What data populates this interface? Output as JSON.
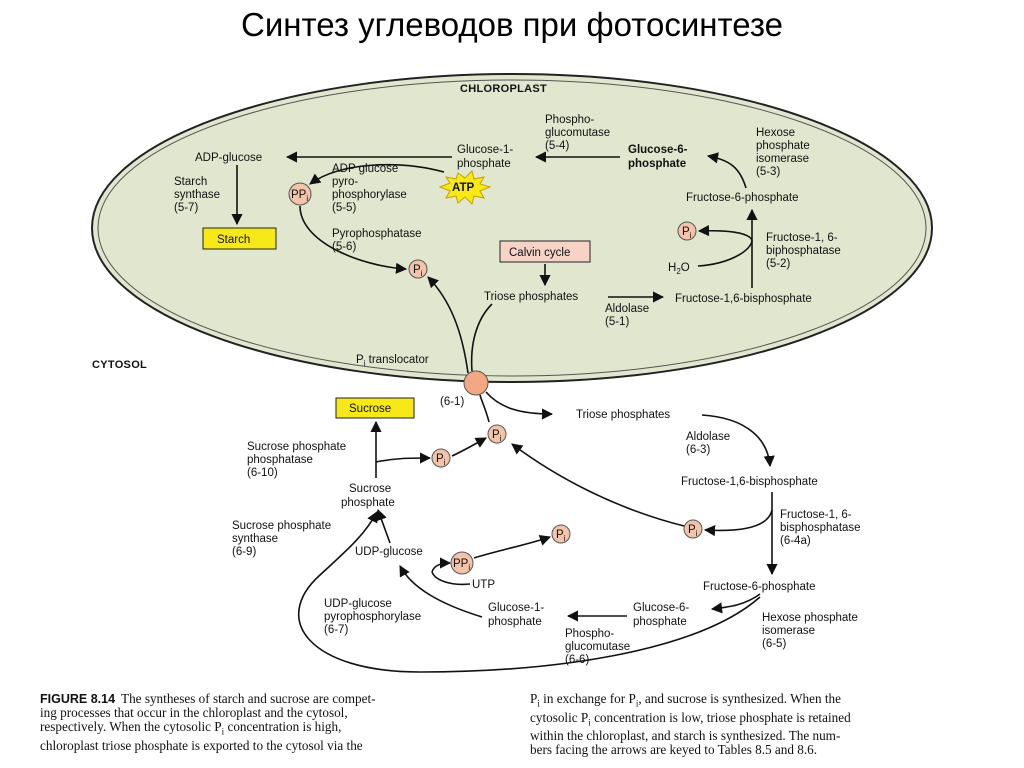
{
  "title": "Синтез углеводов при фотосинтезе",
  "labels": {
    "chloroplast": "CHLOROPLAST",
    "cytosol": "CYTOSOL",
    "adp_glucose": "ADP-glucose",
    "starch_synthase": [
      "Starch",
      "synthase",
      "(5-7)"
    ],
    "starch": "Starch",
    "pp_i": "PP",
    "p_i": "P",
    "sub_i": "i",
    "adp_pyro": [
      "ADP glucose",
      "pyro-",
      "phosphorylase",
      "(5-5)"
    ],
    "atp": "ATP",
    "glucose1p_c": [
      "Glucose-1-",
      "phosphate"
    ],
    "phosphoglucomutase_c": [
      "Phospho-",
      "glucomutase",
      "(5-4)"
    ],
    "glucose6p_c": [
      "Glucose-6-",
      "phosphate"
    ],
    "hexose_isomerase_c": [
      "Hexose",
      "phosphate",
      "isomerase",
      "(5-3)"
    ],
    "fructose6p_c": "Fructose-6-phosphate",
    "fbpase_c": [
      "Fructose-1, 6-",
      "biphosphatase",
      "(5-2)"
    ],
    "h2o": "H",
    "h2o_sub": "2",
    "h2o_tail": "O",
    "pyrophosphatase": [
      "Pyrophosphatase",
      "(5-6)"
    ],
    "calvin_cycle": "Calvin cycle",
    "triose_c": "Triose phosphates",
    "fbp_c": "Fructose-1,6-bisphosphate",
    "aldolase_c": [
      "Aldolase",
      "(5-1)"
    ],
    "translocator": " translocator",
    "translocator_num": "(6-1)",
    "sucrose": "Sucrose",
    "triose_y": "Triose phosphates",
    "aldolase_y": [
      "Aldolase",
      "(6-3)"
    ],
    "fbp_y": "Fructose-1,6-bisphosphate",
    "fbpase_y": [
      "Fructose-1, 6-",
      "bisphosphatase",
      "(6-4a)"
    ],
    "fructose6p_y": "Fructose-6-phosphate",
    "hexose_isomerase_y": [
      "Hexose phosphate",
      "isomerase",
      "(6-5)"
    ],
    "glucose6p_y": [
      "Glucose-6-",
      "phosphate"
    ],
    "phosphoglucomutase_y": [
      "Phospho-",
      "glucomutase",
      "(6-6)"
    ],
    "glucose1p_y": [
      "Glucose-1-",
      "phosphate"
    ],
    "utp": "UTP",
    "udp_glucose": "UDP-glucose",
    "udp_pyro": [
      "UDP-glucose",
      "pyrophosphorylase",
      "(6-7)"
    ],
    "sucrose_synthase": [
      "Sucrose phosphate",
      "synthase",
      "(6-9)"
    ],
    "sucrose_phosphate": [
      "Sucrose",
      "phosphate"
    ],
    "sucrose_phosphatase": [
      "Sucrose phosphate",
      "phosphatase",
      "(6-10)"
    ]
  },
  "caption": {
    "figure": "FIGURE 8.14",
    "left_lines": [
      "The syntheses of starch and sucrose are compet-",
      "ing processes that occur in the chloroplast and the cytosol,",
      "respectively. When the cytosolic P",
      "concentration is high,",
      "chloroplast triose phosphate is exported to the cytosol via the"
    ],
    "right_lines": [
      "in exchange for P",
      ", and sucrose is synthesized. When the",
      "cytosolic P",
      "concentration is low, triose phosphate is retained",
      "within the chloroplast, and starch is synthesized. The num-",
      "bers facing the arrows are keyed to Tables 8.5 and 8.6."
    ]
  },
  "colors": {
    "chloroplast_fill": "#e1e6cf",
    "highlight_yellow": "#f7e818",
    "calvin_box": "#f6d2c7",
    "phosphate_circle": "#f3c4a9",
    "translocator": "#f3a783"
  }
}
